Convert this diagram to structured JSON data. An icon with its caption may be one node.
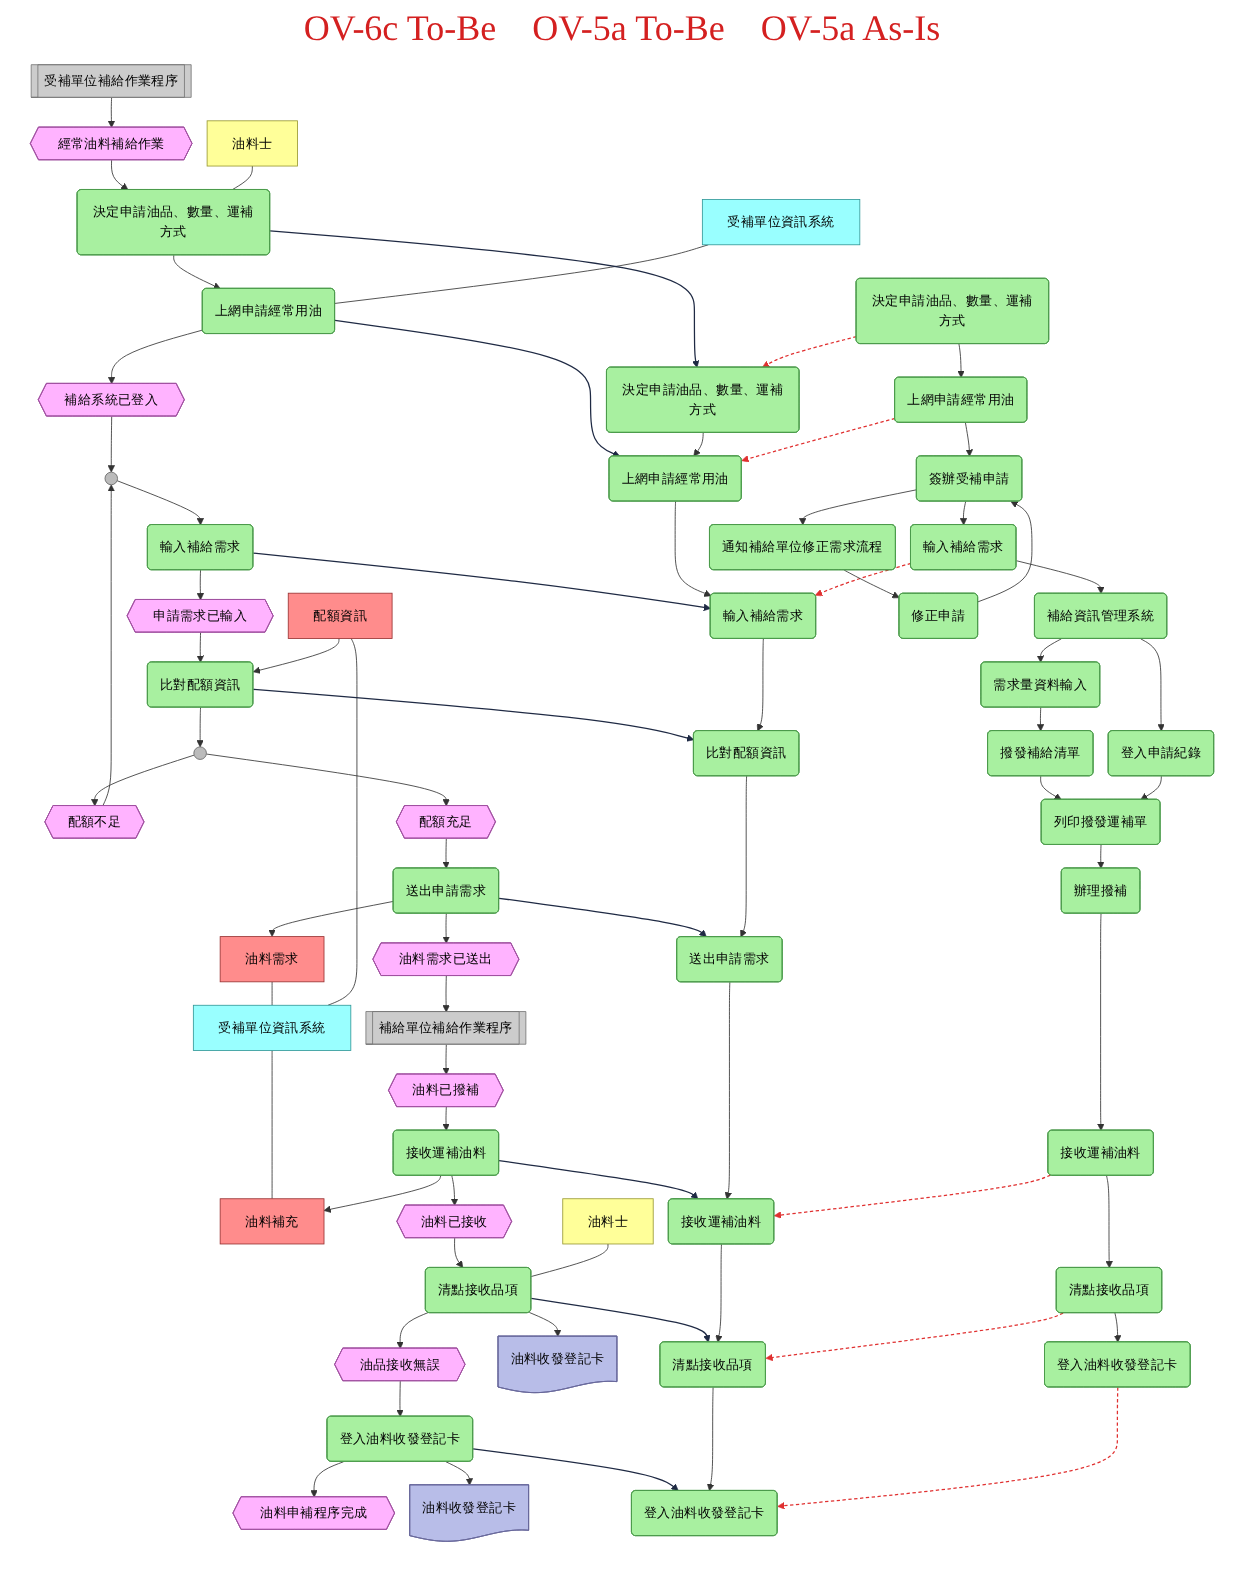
{
  "diagram": {
    "nodes": [
      {
        "text": [
          "受補單位補給作業程序"
        ]
      },
      {
        "text": [
          "經常油料補給作業"
        ]
      },
      {
        "text": [
          "油料士"
        ]
      },
      {
        "text": [
          "決定申請油品、數量、運補方式"
        ]
      },
      {
        "text": [
          "受補單位資訊系統"
        ]
      },
      {
        "text": [
          "上網申請經常用油"
        ]
      },
      {
        "text": [
          "補給系統已登入"
        ]
      },
      {
        "text": [],
        "shape": "circle"
      },
      {
        "text": [
          "輸入補給需求"
        ]
      },
      {
        "text": [
          "申請需求已輸入"
        ]
      },
      {
        "text": [
          "比對配額資訊"
        ]
      },
      {
        "text": [
          "配額資訊"
        ]
      },
      {
        "text": [],
        "shape": "circle"
      },
      {
        "text": [
          "配額不足"
        ]
      },
      {
        "text": [
          "配額充足"
        ]
      },
      {
        "text": [
          "送出申請需求"
        ]
      },
      {
        "text": [
          "油料需求已送出"
        ]
      },
      {
        "text": [
          "油料需求"
        ]
      },
      {
        "text": [
          "受補單位資訊系統"
        ]
      },
      {
        "text": [
          "補給單位補給作業程序"
        ]
      },
      {
        "text": [
          "油料已撥補"
        ]
      },
      {
        "text": [
          "接收運補油料"
        ]
      },
      {
        "text": [
          "油料補充"
        ]
      },
      {
        "text": [
          "油料已接收"
        ]
      },
      {
        "text": [
          "油料士"
        ]
      },
      {
        "text": [
          "清點接收品項"
        ]
      },
      {
        "text": [
          "油品接收無誤"
        ]
      },
      {
        "text": [
          "油料收發登記卡"
        ]
      },
      {
        "text": [
          "登入油料收發登記卡"
        ]
      },
      {
        "text": [
          "油料收發登記卡"
        ]
      },
      {
        "text": [
          "油料申補程序完成"
        ]
      },
      {
        "text": [
          "決定申請油品、數量、運補方式"
        ]
      },
      {
        "text": [
          "上網申請經常用油"
        ]
      },
      {
        "text": [
          "輸入補給需求"
        ]
      },
      {
        "text": [
          "比對配額資訊"
        ]
      },
      {
        "text": [
          "登入油料收發登記卡"
        ]
      },
      {
        "text": [
          "清點接收品項"
        ]
      },
      {
        "text": [
          "接收運補油料"
        ]
      },
      {
        "text": [
          "送出申請需求"
        ]
      },
      {
        "text": [
          "決定申請油品、數量、運補方式"
        ]
      },
      {
        "text": [
          "上網申請經常用油"
        ]
      },
      {
        "text": [
          "簽辦受補申請"
        ]
      },
      {
        "text": [
          "輸入補給需求"
        ]
      },
      {
        "text": [
          "補給資訊管理系統"
        ]
      },
      {
        "text": [
          "需求量資料輸入"
        ]
      },
      {
        "text": [
          "撥發補給清單"
        ]
      },
      {
        "text": [
          "登入申請紀錄"
        ]
      },
      {
        "text": [
          "通知補給單位修正需求流程"
        ]
      },
      {
        "text": [
          "修正申請"
        ]
      },
      {
        "text": [
          "列印撥發運補單"
        ]
      },
      {
        "text": [
          "登入油料收發登記卡"
        ]
      },
      {
        "text": [
          "清點接收品項"
        ]
      },
      {
        "text": [
          "接收運補油料"
        ]
      },
      {
        "text": [
          "辦理撥補"
        ]
      }
    ],
    "edges": [
      {
        "from": 0,
        "to": 1,
        "arrow": "to"
      },
      {
        "from": 1,
        "to": 3,
        "arrow": "to"
      },
      {
        "from": 2,
        "to": 3,
        "arrow": "none"
      },
      {
        "from": 3,
        "to": 5,
        "arrow": "to"
      },
      {
        "from": 4,
        "to": 5,
        "arrow": "none"
      },
      {
        "from": 5,
        "to": 6,
        "arrow": "to"
      },
      {
        "from": 6,
        "to": 7,
        "arrow": "to"
      },
      {
        "from": 7,
        "to": 8,
        "arrow": "to"
      },
      {
        "from": 13,
        "to": 7,
        "arrow": "to"
      },
      {
        "from": 8,
        "to": 9,
        "arrow": "to"
      },
      {
        "from": 9,
        "to": 10,
        "arrow": "to"
      },
      {
        "from": 11,
        "to": 10,
        "arrow": "to"
      },
      {
        "from": 10,
        "to": 12,
        "arrow": "to"
      },
      {
        "from": 12,
        "to": 13,
        "arrow": "to"
      },
      {
        "from": 12,
        "to": 14,
        "arrow": "to"
      },
      {
        "from": 14,
        "to": 15,
        "arrow": "to"
      },
      {
        "from": 15,
        "to": 16,
        "arrow": "to"
      },
      {
        "from": 15,
        "to": 17,
        "arrow": "to"
      },
      {
        "from": 17,
        "to": 18,
        "arrow": "none"
      },
      {
        "from": 11,
        "to": 18,
        "arrow": "none"
      },
      {
        "from": 18,
        "to": 22,
        "arrow": "none"
      },
      {
        "from": 16,
        "to": 19,
        "arrow": "to"
      },
      {
        "from": 19,
        "to": 20,
        "arrow": "to"
      },
      {
        "from": 20,
        "to": 21,
        "arrow": "to"
      },
      {
        "from": 21,
        "to": 22,
        "arrow": "to"
      },
      {
        "from": 21,
        "to": 23,
        "arrow": "to"
      },
      {
        "from": 23,
        "to": 25,
        "arrow": "to"
      },
      {
        "from": 24,
        "to": 25,
        "arrow": "none"
      },
      {
        "from": 25,
        "to": 26,
        "arrow": "to"
      },
      {
        "from": 25,
        "to": 27,
        "arrow": "to"
      },
      {
        "from": 26,
        "to": 28,
        "arrow": "to"
      },
      {
        "from": 28,
        "to": 30,
        "arrow": "to"
      },
      {
        "from": 28,
        "to": 29,
        "arrow": "to"
      },
      {
        "from": 3,
        "to": 31,
        "arrow": "to",
        "color": "#1f2a44"
      },
      {
        "from": 5,
        "to": 32,
        "arrow": "to",
        "color": "#1f2a44"
      },
      {
        "from": 8,
        "to": 33,
        "arrow": "to",
        "color": "#1f2a44"
      },
      {
        "from": 10,
        "to": 34,
        "arrow": "to",
        "color": "#1f2a44"
      },
      {
        "from": 15,
        "to": 38,
        "arrow": "to",
        "color": "#1f2a44"
      },
      {
        "from": 21,
        "to": 37,
        "arrow": "to",
        "color": "#1f2a44"
      },
      {
        "from": 25,
        "to": 36,
        "arrow": "to",
        "color": "#1f2a44"
      },
      {
        "from": 28,
        "to": 35,
        "arrow": "to",
        "color": "#1f2a44"
      },
      {
        "from": 31,
        "to": 32,
        "arrow": "to"
      },
      {
        "from": 32,
        "to": 33,
        "arrow": "to"
      },
      {
        "from": 33,
        "to": 34,
        "arrow": "to"
      },
      {
        "from": 34,
        "to": 38,
        "arrow": "to"
      },
      {
        "from": 38,
        "to": 37,
        "arrow": "to"
      },
      {
        "from": 37,
        "to": 36,
        "arrow": "to"
      },
      {
        "from": 36,
        "to": 35,
        "arrow": "to"
      },
      {
        "from": 39,
        "to": 31,
        "arrow": "to",
        "style": "dashed",
        "color": "#e03030"
      },
      {
        "from": 40,
        "to": 32,
        "arrow": "to",
        "style": "dashed",
        "color": "#e03030"
      },
      {
        "from": 42,
        "to": 33,
        "arrow": "to",
        "style": "dashed",
        "color": "#e03030"
      },
      {
        "from": 50,
        "to": 35,
        "arrow": "to",
        "style": "dashed",
        "color": "#e03030"
      },
      {
        "from": 51,
        "to": 36,
        "arrow": "to",
        "style": "dashed",
        "color": "#e03030"
      },
      {
        "from": 52,
        "to": 37,
        "arrow": "to",
        "style": "dashed",
        "color": "#e03030"
      },
      {
        "from": 39,
        "to": 40,
        "arrow": "to"
      },
      {
        "from": 40,
        "to": 41,
        "arrow": "to"
      },
      {
        "from": 41,
        "to": 42,
        "arrow": "to"
      },
      {
        "from": 41,
        "to": 47,
        "arrow": "to"
      },
      {
        "from": 42,
        "to": 43,
        "arrow": "to"
      },
      {
        "from": 43,
        "to": 44,
        "arrow": "to"
      },
      {
        "from": 43,
        "to": 46,
        "arrow": "to"
      },
      {
        "from": 44,
        "to": 45,
        "arrow": "to"
      },
      {
        "from": 45,
        "to": 49,
        "arrow": "to"
      },
      {
        "from": 46,
        "to": 49,
        "arrow": "to"
      },
      {
        "from": 47,
        "to": 48,
        "arrow": "to"
      },
      {
        "from": 48,
        "to": 41,
        "arrow": "to"
      },
      {
        "from": 49,
        "to": 53,
        "arrow": "to"
      },
      {
        "from": 53,
        "to": 52,
        "arrow": "to"
      },
      {
        "from": 52,
        "to": 51,
        "arrow": "to"
      },
      {
        "from": 51,
        "to": 50,
        "arrow": "to"
      }
    ],
    "labels": [
      "OV-6c To-Be",
      "OV-5a To-Be",
      "OV-5a As-Is"
    ]
  }
}
